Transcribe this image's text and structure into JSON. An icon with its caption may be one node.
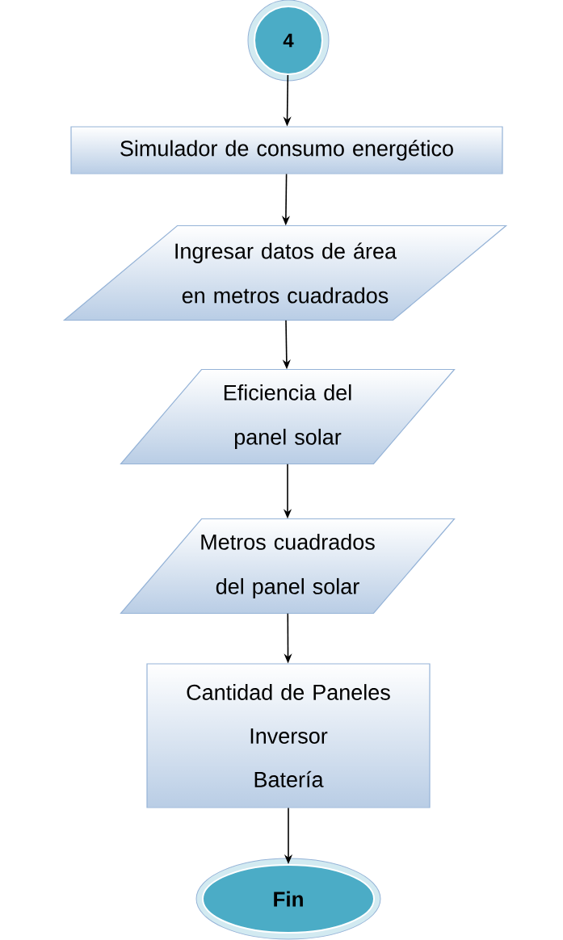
{
  "diagram": {
    "nodes": [
      {
        "text": [
          "4"
        ]
      },
      {
        "text": [
          "Simulador de consumo energético"
        ]
      },
      {
        "text": [
          "Ingresar datos de área en metros cuadrados"
        ]
      },
      {
        "text": [
          "Eficiencia del panel solar"
        ]
      },
      {
        "text": [
          "Metros cuadrados del panel solar"
        ]
      },
      {
        "text": [
          "Cantidad de Paneles",
          "Inversor",
          "Batería"
        ]
      },
      {
        "text": [
          "Fin"
        ]
      }
    ],
    "edges": [
      {
        "from": 0,
        "to": 1,
        "arrow": "to"
      },
      {
        "from": 1,
        "to": 2,
        "arrow": "to"
      },
      {
        "from": 2,
        "to": 3,
        "arrow": "to"
      },
      {
        "from": 3,
        "to": 4,
        "arrow": "to"
      },
      {
        "from": 4,
        "to": 5,
        "arrow": "to"
      },
      {
        "from": 5,
        "to": 6,
        "arrow": "to"
      }
    ]
  }
}
